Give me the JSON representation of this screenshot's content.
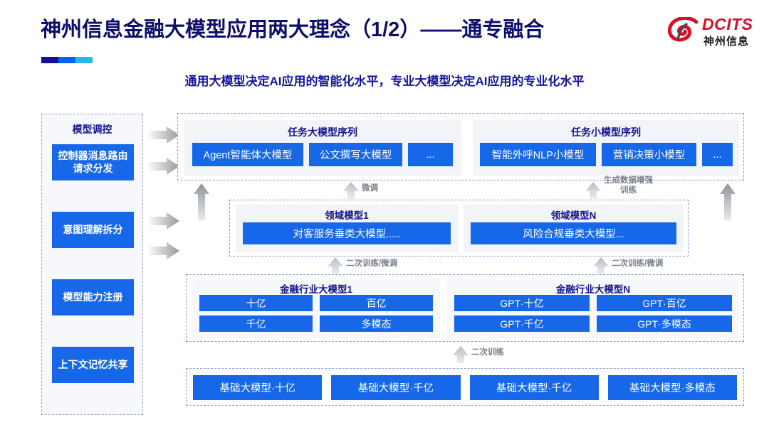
{
  "header": {
    "title": "神州信息金融大模型应用两大理念（1/2）——通专融合",
    "subtitle": "通用大模型决定AI应用的智能化水平，专业大模型决定AI应用的专业化水平",
    "logo_en": "DCITS",
    "logo_cn": "神州信息",
    "accent_colors": [
      "#13118f",
      "#0a63f0",
      "#27b6f0"
    ],
    "title_color": "#0d0d6b",
    "brand_red": "#d6102a"
  },
  "left_panel": {
    "title": "模型调控",
    "items": [
      {
        "label": "控制器消息路由请求分发"
      },
      {
        "label": "意图理解拆分"
      },
      {
        "label": "模型能力注册"
      },
      {
        "label": "上下文记忆共享"
      }
    ]
  },
  "task_sequences": [
    {
      "title": "任务大模型序列",
      "chips": [
        "Agent智能体大模型",
        "公文撰写大模型",
        "..."
      ]
    },
    {
      "title": "任务小模型序列",
      "chips": [
        "智能外呼NLP小模型",
        "营销决策小模型",
        "..."
      ]
    }
  ],
  "domain_models": [
    {
      "title": "领域模型1",
      "chip": "对客服务垂类大模型....."
    },
    {
      "title": "领域模型N",
      "chip": "风险合规垂类大模型..."
    }
  ],
  "industry_models": [
    {
      "title": "金融行业大模型1",
      "chips": [
        "十亿",
        "百亿",
        "千亿",
        "多模态"
      ]
    },
    {
      "title": "金融行业大模型N",
      "chips": [
        "GPT·十亿",
        "GPT·百亿",
        "GPT·千亿",
        "GPT·多模态"
      ]
    }
  ],
  "base_models": {
    "chips": [
      "基础大模型·十亿",
      "基础大模型·千亿",
      "基础大模型·千亿",
      "基础大模型·多模态"
    ]
  },
  "flow_labels": {
    "fine_tune": "微调",
    "gen_data_aug_line1": "生成数据增强",
    "gen_data_aug_line2": "训练",
    "retrain_finetune_left": "二次训练/微调",
    "retrain_finetune_right": "二次训练/微调",
    "retrain": "二次训练"
  },
  "colors": {
    "chip_blue": "#1668e8",
    "dashed_border": "#8c9bd0",
    "card_gray": "#f2f4f8",
    "label_gray": "#7a7f88"
  }
}
